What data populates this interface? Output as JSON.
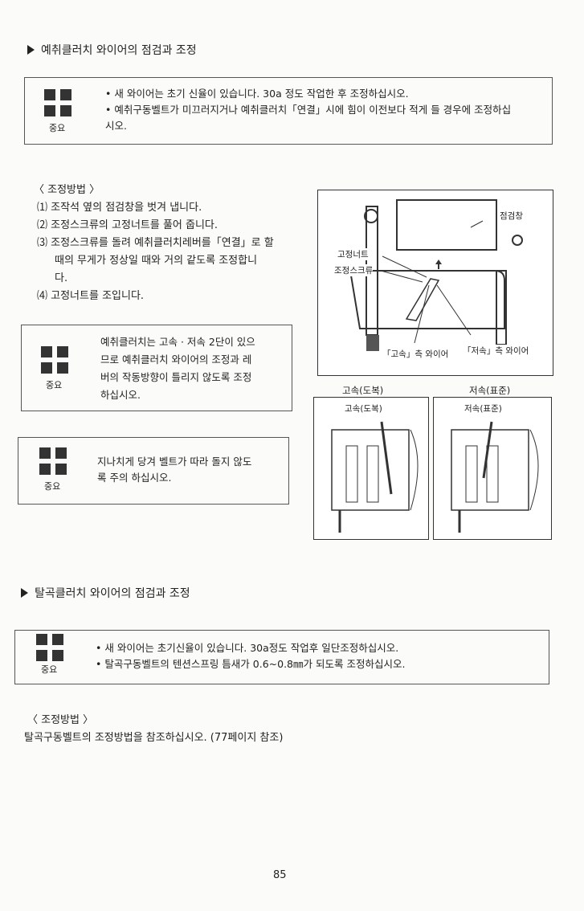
{
  "section1": {
    "title": "예취클러치 와이어의 점검과 조정",
    "note1": {
      "label": "중요",
      "lines": [
        "• 새 와이어는 초기 신율이 있습니다. 30a 정도 작업한 후 조정하십시오.",
        "• 예취구동벨트가 미끄러지거나 예취클러치「연결」시에 힘이 이전보다 적게 들 경우에 조정하십",
        "  시오."
      ]
    },
    "method_title": "〈 조정방법 〉",
    "steps": [
      "⑴ 조작석 옆의 점검창을 벗겨 냅니다.",
      "⑵ 조정스크류의 고정너트를 풀어 줍니다.",
      "⑶ 조정스크류를 돌려 예취클러치레버를「연결」로 할",
      "때의 무게가 정상일 때와 거의 같도록 조정합니",
      "다.",
      "⑷ 고정너트를 조입니다."
    ],
    "note2": {
      "label": "중요",
      "lines": [
        "예취클러치는 고속 · 저속 2단이 있으",
        "므로 예취클러치 와이어의 조정과 레",
        "버의 작동방향이 틀리지 않도록 조정",
        "하십시오."
      ]
    },
    "note3": {
      "label": "중요",
      "lines": [
        "지나치게 당겨 벨트가 따라 돌지 않도",
        "록 주의 하십시오."
      ]
    },
    "figure": {
      "label_window": "점검창",
      "label_nut": "고정너트",
      "label_screw": "조정스크류",
      "label_high_wire": "「고속」측 와이어",
      "label_low_wire": "「저속」측 와이어",
      "caption_high": "고속(도복)",
      "caption_low": "저속(표준)",
      "inner_high": "고속(도복)",
      "inner_low": "저속(표준)"
    }
  },
  "section2": {
    "title": "탈곡클러치 와이어의 점검과 조정",
    "note": {
      "label": "중요",
      "lines": [
        "• 새 와이어는 초기신율이 있습니다. 30a정도 작업후 일단조정하십시오.",
        "• 탈곡구동벨트의 텐션스프링 틈새가 0.6~0.8㎜가 되도록 조정하십시오."
      ]
    },
    "method_title": "〈 조정방법 〉",
    "method_text": "탈곡구동벨트의 조정방법을 참조하십시오. (77페이지 참조)"
  },
  "page_number": "85"
}
